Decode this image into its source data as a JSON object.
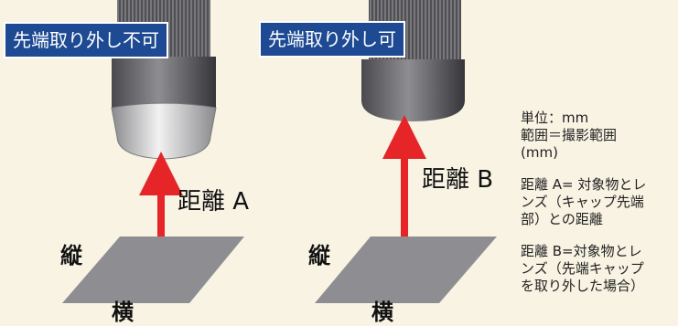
{
  "left_diagram": {
    "tip_label": "先端取り外し不可",
    "distance_label": "距離 A",
    "axis_vertical": "縦",
    "axis_horizontal": "横"
  },
  "right_diagram": {
    "tip_label": "先端取り外し可",
    "distance_label": "距離 B",
    "axis_vertical": "縦",
    "axis_horizontal": "横"
  },
  "notes": {
    "unit_line": "単位：mm",
    "range_line1": "範囲＝撮影範囲",
    "range_line2": "(mm)",
    "distance_a": [
      "距離 A= 対象物とレ",
      "ンズ（キャップ先端",
      "部）との距離"
    ],
    "distance_b": [
      "距離 B=対象物とレ",
      "ンズ（先端キャップ",
      "を取り外した場合）"
    ]
  },
  "colors": {
    "background": "#f8f3e3",
    "label_box": "#1d4a93",
    "arrow": "#e52528",
    "plane": "#8e8e92"
  }
}
